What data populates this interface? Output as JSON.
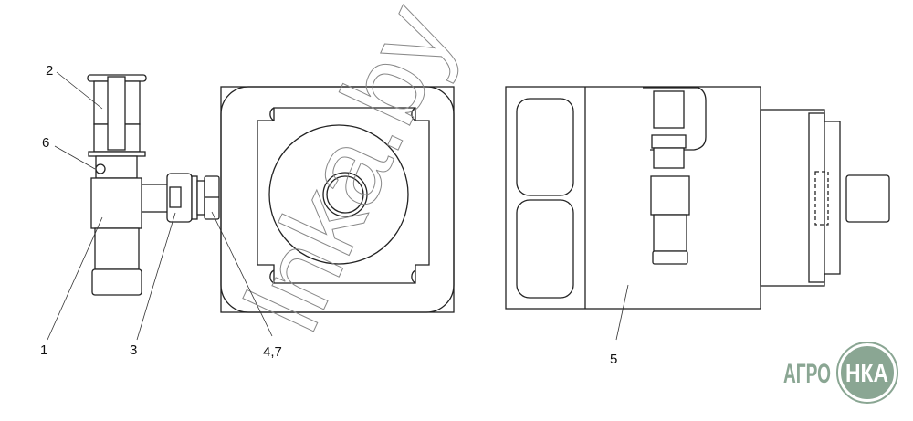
{
  "labels": {
    "l1": "1",
    "l2": "2",
    "l3": "3",
    "l47": "4,7",
    "l5": "5",
    "l6": "6"
  },
  "watermark": "lnka.by",
  "logo": {
    "left": "АГРО",
    "right": "НКА",
    "color": "#8aa693"
  }
}
